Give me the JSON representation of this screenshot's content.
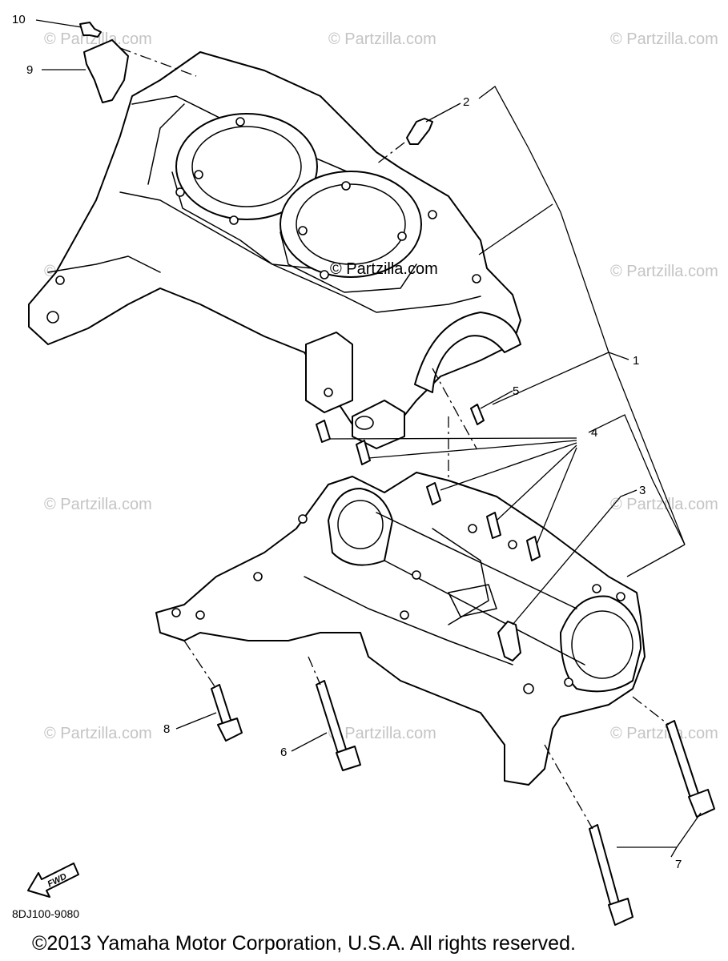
{
  "watermark": "© Partzilla.com",
  "callouts": {
    "c1": "1",
    "c2": "2",
    "c3": "3",
    "c4": "4",
    "c5": "5",
    "c6": "6",
    "c7": "7",
    "c8": "8",
    "c9": "9",
    "c10": "10"
  },
  "direction_label": "FWD",
  "diagram_code": "8DJ100-9080",
  "copyright": "©2013 Yamaha Motor Corporation, U.S.A. All rights reserved."
}
